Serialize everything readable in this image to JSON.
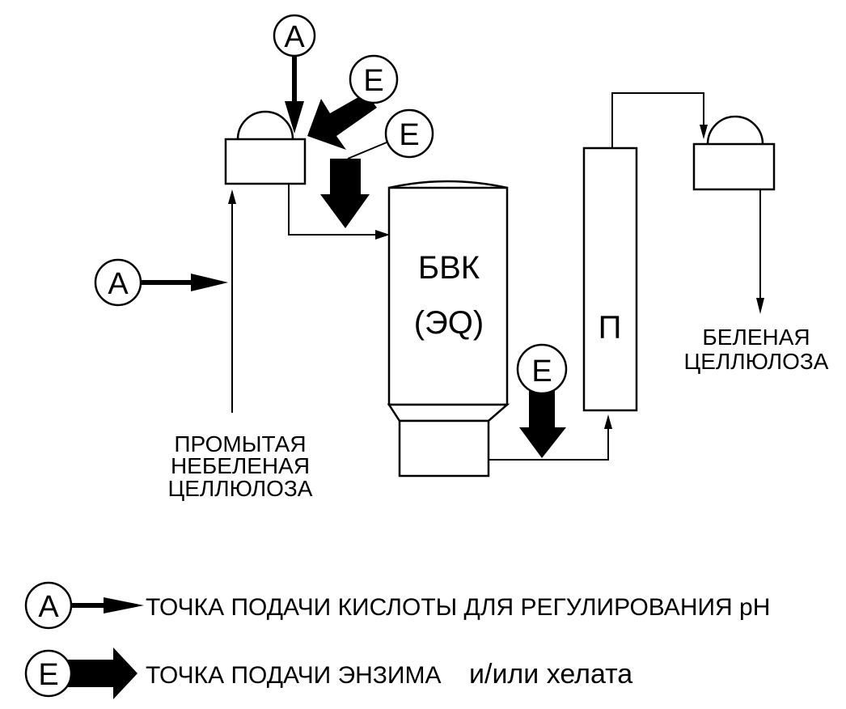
{
  "diagram": {
    "markers": {
      "acid": "A",
      "enzyme": "E"
    },
    "reactor": {
      "line1": "БВК",
      "line2": "(ЭQ)"
    },
    "press": {
      "label": "П"
    },
    "input_label": [
      "ПРОМЫТАЯ",
      "НЕБЕЛЕНАЯ",
      "ЦЕЛЛЮЛОЗА"
    ],
    "output_label": [
      "БЕЛЕНАЯ",
      "ЦЕЛЛЮЛОЗА"
    ]
  },
  "legend": {
    "acid_text": "ТОЧКА ПОДАЧИ КИСЛОТЫ ДЛЯ РЕГУЛИРОВАНИЯ pH",
    "enzyme_text_main": "ТОЧКА ПОДАЧИ ЭНЗИМА",
    "enzyme_text_extra": "и/или хелата"
  }
}
